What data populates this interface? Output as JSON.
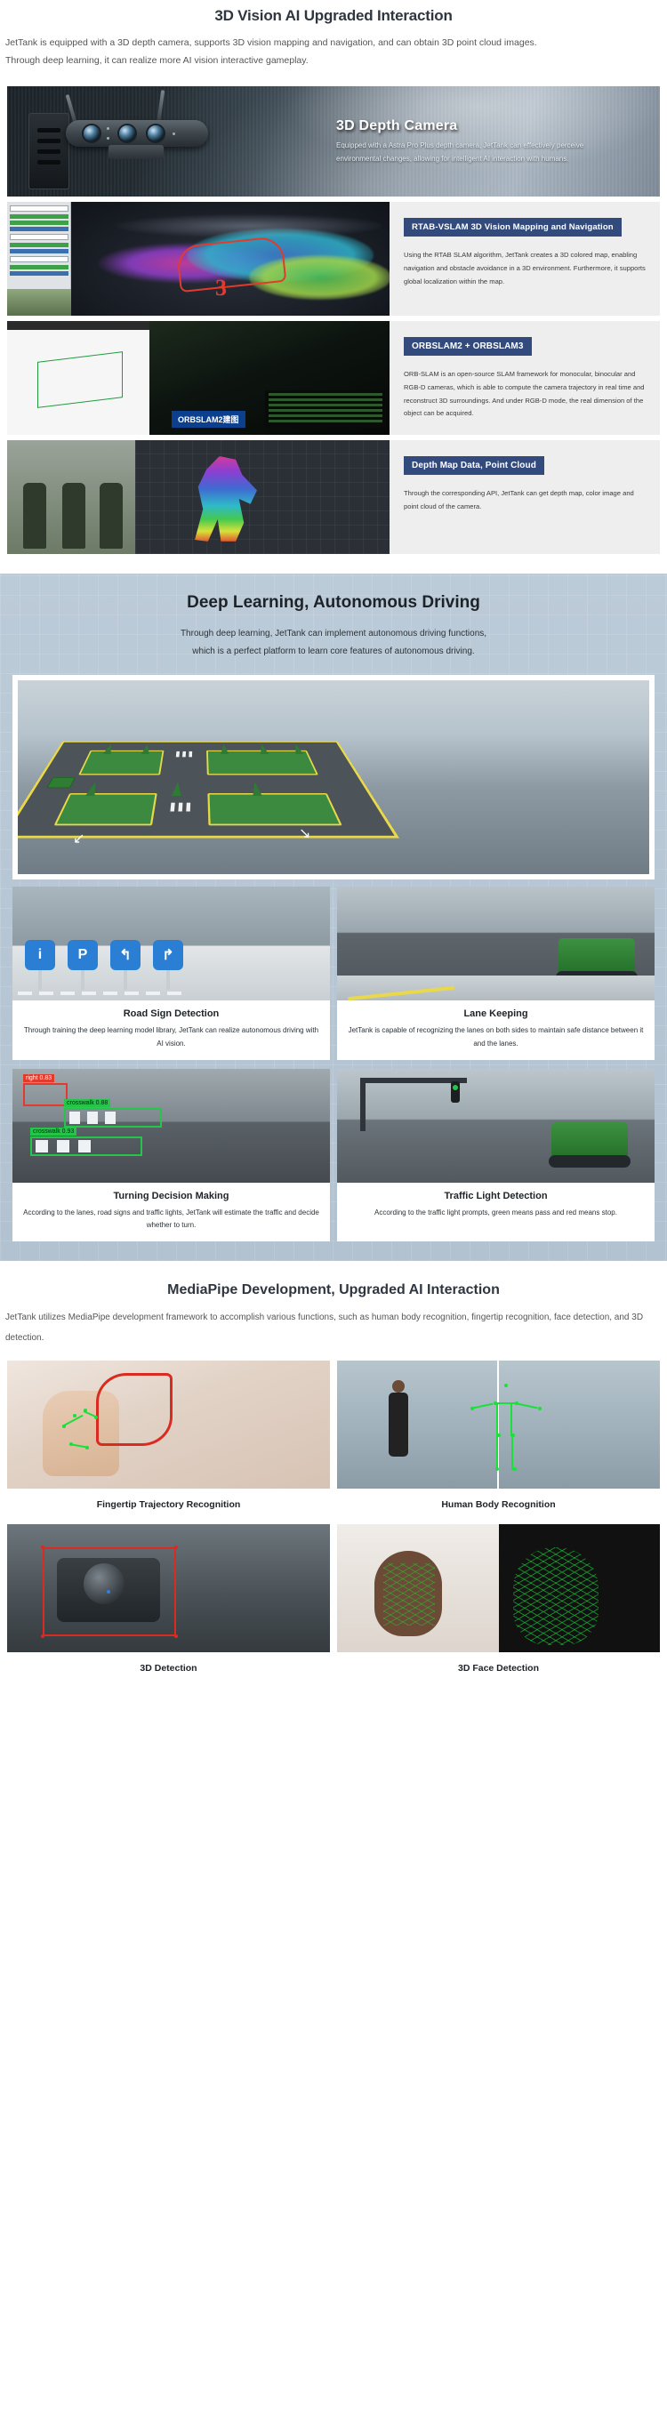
{
  "section_vision": {
    "title": "3D Vision AI Upgraded Interaction",
    "lead_line1": "JetTank is equipped with a 3D depth camera, supports 3D vision mapping and navigation, and can obtain 3D point cloud images.",
    "lead_line2": "Through deep learning, it can realize more AI vision interactive gameplay.",
    "hero": {
      "title": "3D Depth Camera",
      "body": "Equipped with a Astra Pro Plus depth camera, JetTank can effectively perceive environmental changes, allowing for intelligent AI interaction with humans."
    },
    "features": [
      {
        "badge": "RTAB-VSLAM 3D Vision Mapping and Navigation",
        "text": "Using the RTAB SLAM algorithm, JetTank creates a 3D colored map, enabling navigation and obstacle avoidance in a 3D environment. Furthermore, it supports global localization within the map.",
        "overlay_number": "3"
      },
      {
        "badge": "ORBSLAM2 + ORBSLAM3",
        "text": "ORB-SLAM is an open-source SLAM framework for monocular, binocular and RGB-D cameras, which is able to compute the camera trajectory in real time and reconstruct 3D surroundings. And under RGB-D mode, the real dimension of the object can be acquired.",
        "overlay_label": "ORBSLAM2建图"
      },
      {
        "badge": "Depth Map Data, Point Cloud",
        "text": "Through the corresponding API, JetTank can get depth map, color image and point cloud of the camera."
      }
    ]
  },
  "section_deep": {
    "title": "Deep Learning, Autonomous Driving",
    "lead_line1": "Through deep learning, JetTank can implement autonomous driving functions,",
    "lead_line2": "which is a perfect platform to learn core features of autonomous driving.",
    "cards": [
      {
        "title": "Road Sign Detection",
        "text": "Through training the deep learning model library, JetTank can realize autonomous driving with AI vision.",
        "signs": [
          "i",
          "P",
          "↰",
          "↱"
        ]
      },
      {
        "title": "Lane Keeping",
        "text": "JetTank is capable of recognizing the lanes on both sides to maintain safe distance between it and the lanes."
      },
      {
        "title": "Turning Decision Making",
        "text": "According to the lanes, road signs and traffic lights, JetTank will estimate the traffic and decide whether to turn.",
        "detections": [
          "right 0.83",
          "crosswalk 0.88",
          "crosswalk 0.93"
        ]
      },
      {
        "title": "Traffic Light Detection",
        "text": "According to the traffic light prompts, green means pass and red means stop."
      }
    ]
  },
  "section_mediapipe": {
    "title": "MediaPipe Development, Upgraded AI Interaction",
    "lead": "JetTank utilizes MediaPipe development framework to accomplish various functions, such as human body recognition, fingertip recognition, face detection, and 3D detection.",
    "cells": [
      {
        "caption": "Fingertip Trajectory Recognition"
      },
      {
        "caption": "Human Body Recognition"
      },
      {
        "caption": "3D Detection"
      },
      {
        "caption": "3D Face Detection"
      }
    ]
  },
  "colors": {
    "badge_blue": "#334a7c",
    "deep_bg": "#b7c7d5",
    "heading": "#2f3640",
    "detect_red": "#e23b2e",
    "detect_green": "#25c44a"
  }
}
